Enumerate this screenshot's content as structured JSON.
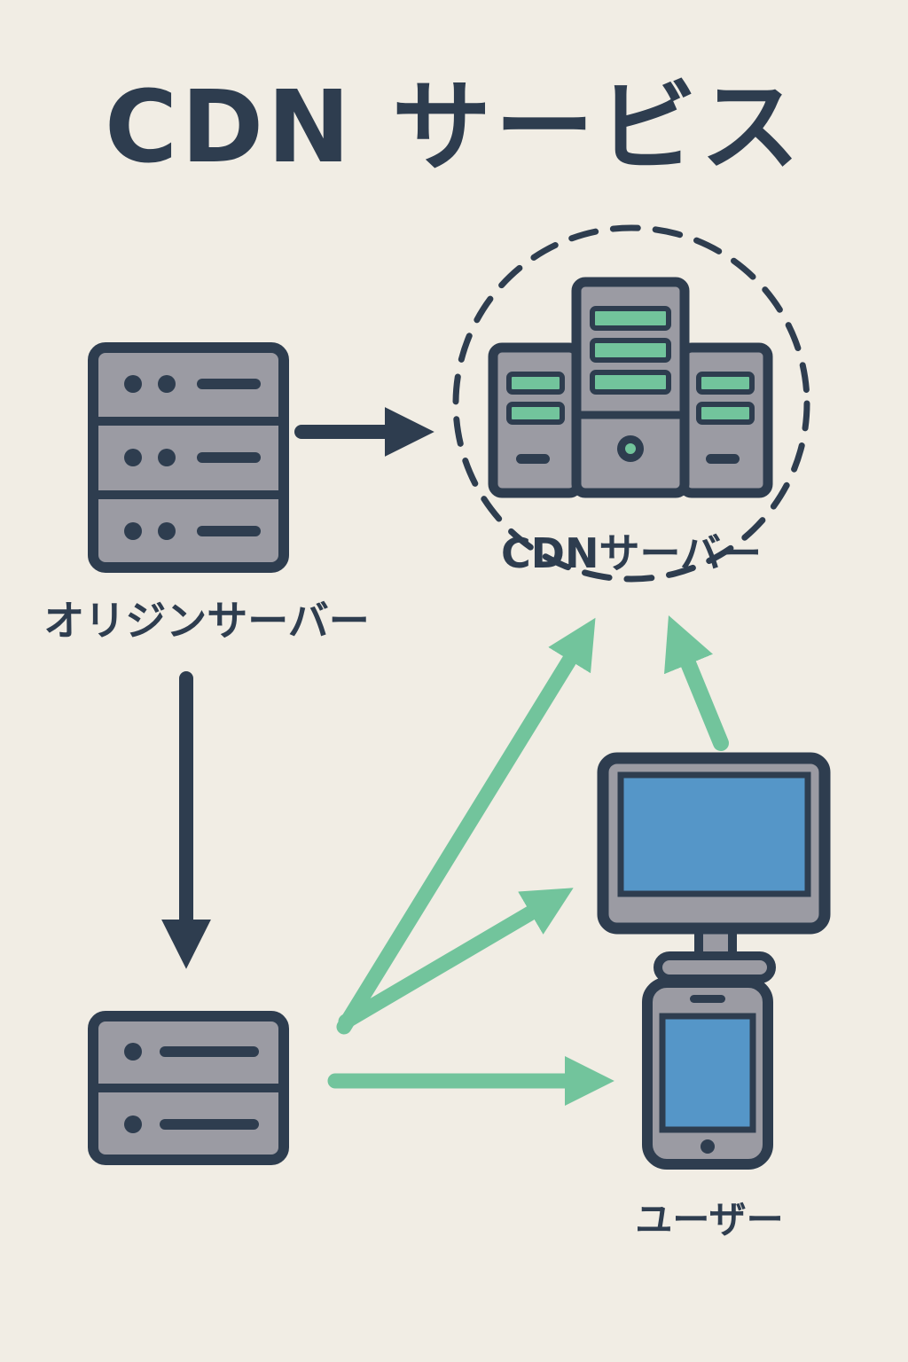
{
  "title": "CDN サービス",
  "labels": {
    "origin_server": "オリジンサーバー",
    "cdn_server": "CDNサーバー",
    "user": "ユーザー"
  },
  "icons": [
    "origin-server-icon",
    "cdn-server-cluster-icon",
    "edge-server-icon",
    "desktop-monitor-icon",
    "smartphone-icon",
    "right-arrow-icon",
    "down-arrow-icon",
    "green-up-arrow-icons"
  ],
  "edges": [
    {
      "from": "origin_server",
      "to": "cdn_server",
      "color": "dark"
    },
    {
      "from": "origin_server",
      "to": "edge_server",
      "color": "dark"
    },
    {
      "from": "edge_server",
      "to": "cdn_server",
      "color": "green"
    },
    {
      "from": "user_desktop",
      "to": "cdn_server",
      "color": "green"
    },
    {
      "from": "edge_server",
      "to": "user_desktop",
      "color": "green"
    },
    {
      "from": "edge_server",
      "to": "user_phone",
      "color": "green"
    }
  ],
  "colors": {
    "background": "#f1ede4",
    "dark": "#2e3d4f",
    "gray": "#9b9ba3",
    "gray_light": "#adadb4",
    "green": "#72c49c",
    "blue": "#5596c8"
  }
}
